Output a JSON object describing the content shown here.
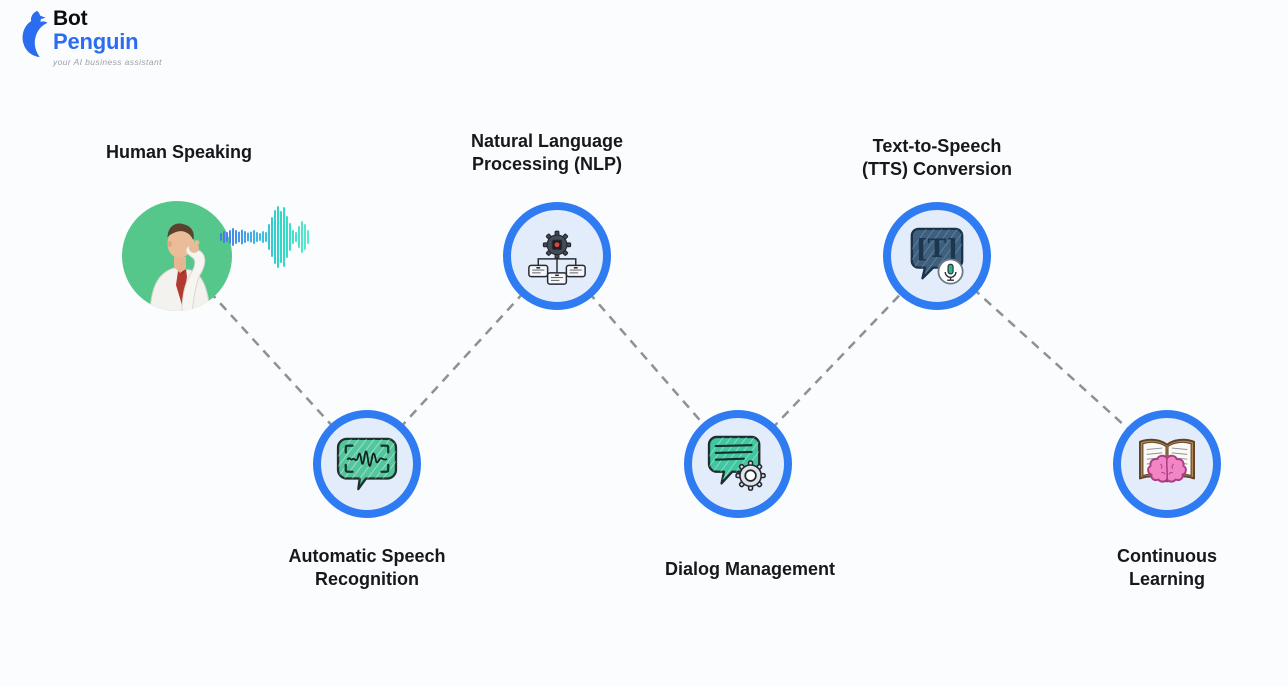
{
  "page": {
    "background": "#fbfcfd"
  },
  "logo": {
    "bot": "Bot",
    "penguin": "Penguin",
    "tagline": "your AI business assistant",
    "brand_blue": "#2b6df0"
  },
  "flow": {
    "connector_color": "#8e9094",
    "connector_style": "dashed",
    "node_ring_color": "#2e7bf2",
    "node_fill_color": "#e3ecfb",
    "nodes": [
      {
        "id": "human-speaking",
        "label": "Human Speaking",
        "icon": "speaking-person-photo",
        "accent": "#55c78b"
      },
      {
        "id": "automatic-speech-recognition",
        "label": "Automatic Speech\nRecognition",
        "icon": "waveform-speech-bubble-icon",
        "accent": "#53c69d"
      },
      {
        "id": "natural-language-processing",
        "label": "Natural Language\nProcessing (NLP)",
        "icon": "gear-flowchart-icon",
        "accent": "#454c57"
      },
      {
        "id": "dialog-management",
        "label": "Dialog Management",
        "icon": "chat-bubble-gear-icon",
        "accent": "#40c6a0"
      },
      {
        "id": "text-to-speech",
        "label": "Text-to-Speech\n(TTS) Conversion",
        "icon": "text-bubble-microphone-icon",
        "accent": "#3e5f7d",
        "bubble_text": "[T]"
      },
      {
        "id": "continuous-learning",
        "label": "Continuous\nLearning",
        "icon": "open-book-brain-icon",
        "accent": "#f286c4"
      }
    ]
  }
}
